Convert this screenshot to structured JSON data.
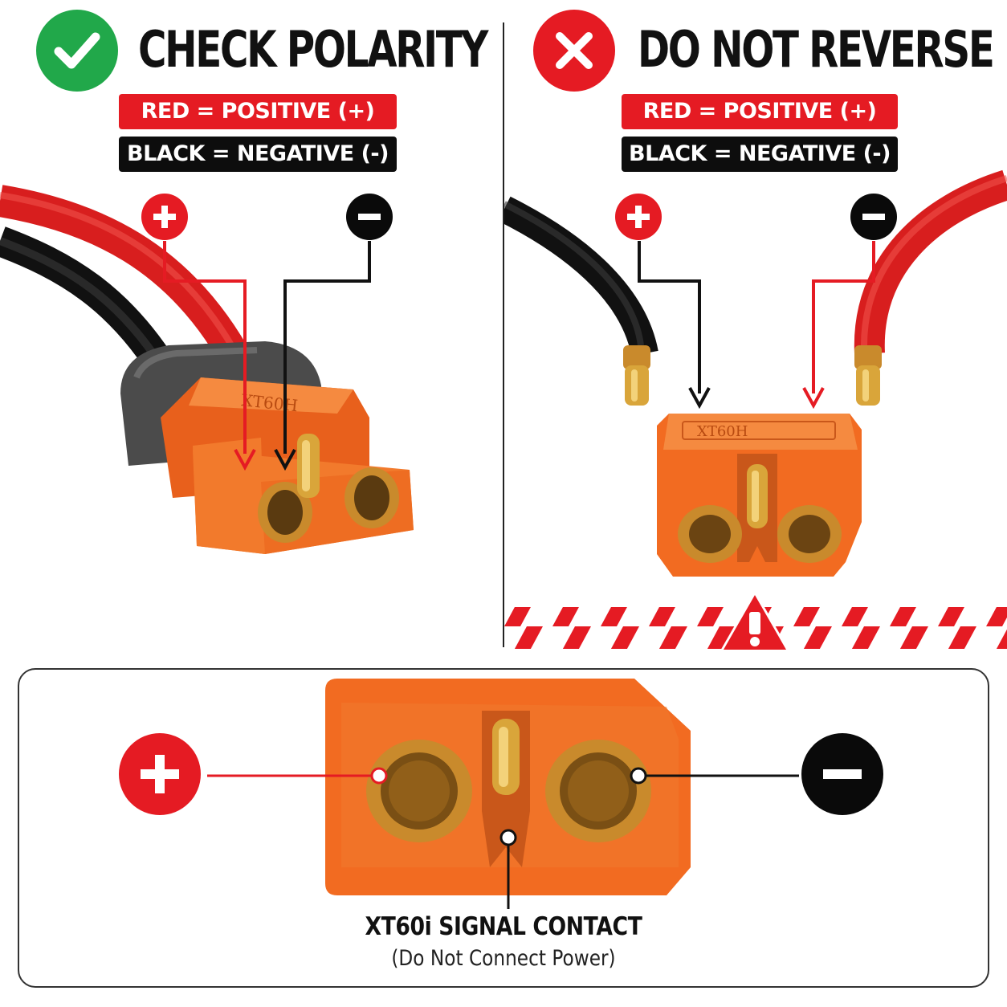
{
  "left_panel": {
    "status_icon": "check-icon",
    "heading": "CHECK POLARITY",
    "red_label": "RED = POSITIVE (+)",
    "black_label": "BLACK = NEGATIVE (-)",
    "connector_marking": "XT60H"
  },
  "right_panel": {
    "status_icon": "x-icon",
    "heading": "DO NOT REVERSE",
    "red_label": "RED = POSITIVE (+)",
    "black_label": "BLACK = NEGATIVE (-)",
    "connector_marking": "XT60H",
    "warning_icon": "warning-triangle-icon"
  },
  "bottom_panel": {
    "caption_title": "XT60i SIGNAL CONTACT",
    "caption_subtitle": "(Do Not Connect Power)"
  },
  "colors": {
    "positive": "#e51b23",
    "negative": "#0a0a0a",
    "connector": "#f26b21",
    "check": "#21a84a",
    "gold": "#d9a53a"
  }
}
